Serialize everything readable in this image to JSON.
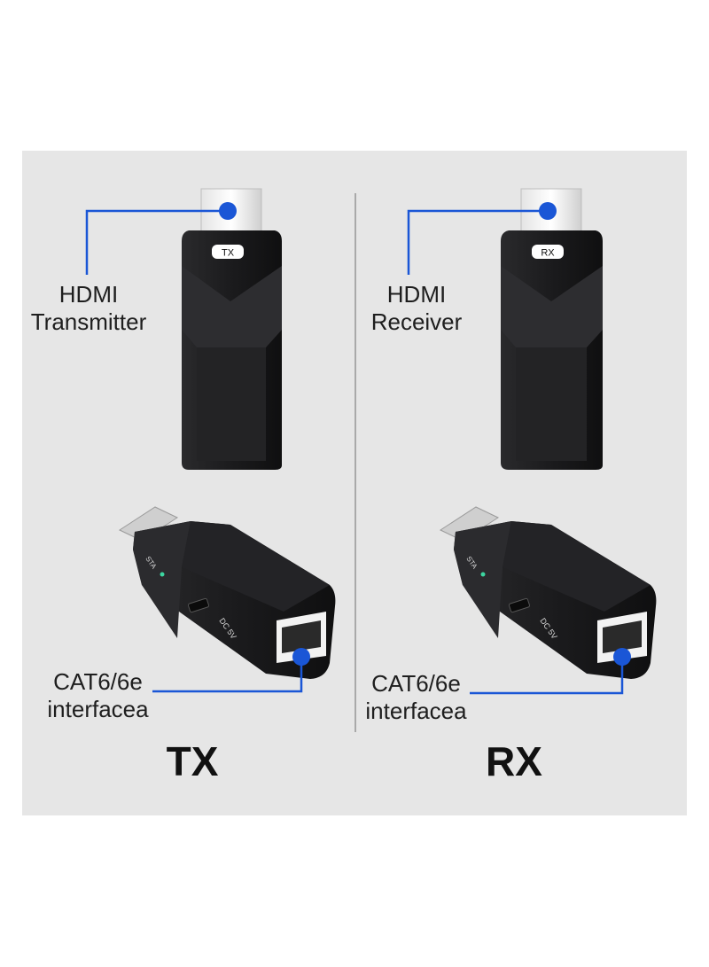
{
  "colors": {
    "background": "#e6e6e6",
    "callout": "#1a56d6",
    "device": "#1c1c1e",
    "divider": "#a9a9a9"
  },
  "left": {
    "dongle_badge": "TX",
    "top_label_line1": "HDMI",
    "top_label_line2": "Transmitter",
    "bottom_label_line1": "CAT6/6e",
    "bottom_label_line2": "interfacea",
    "device_marks": {
      "status": "STA",
      "power": "DC 5V"
    },
    "caption": "TX"
  },
  "right": {
    "dongle_badge": "RX",
    "top_label_line1": "HDMI",
    "top_label_line2": "Receiver",
    "bottom_label_line1": "CAT6/6e",
    "bottom_label_line2": "interfacea",
    "device_marks": {
      "status": "STA",
      "power": "DC 5V"
    },
    "caption": "RX"
  }
}
